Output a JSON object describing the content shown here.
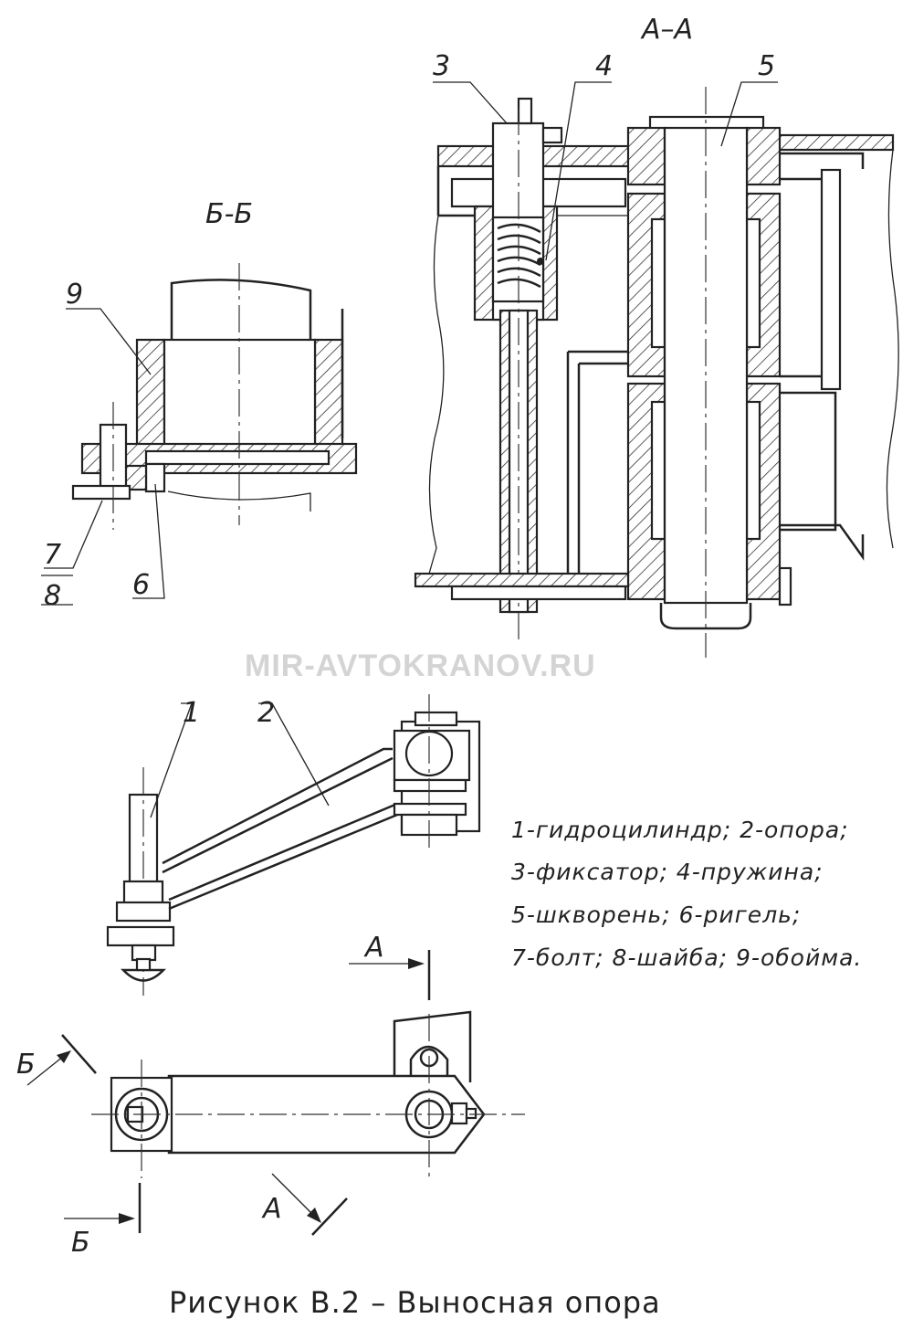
{
  "section_labels": {
    "aa_top": "А–А",
    "bb_top": "Б-Б",
    "arrow_a_top": "А",
    "arrow_a_bottom": "А",
    "arrow_b_left": "Б",
    "arrow_b_bottom": "Б"
  },
  "callouts": {
    "n1": "1",
    "n2": "2",
    "n3": "3",
    "n4": "4",
    "n5": "5",
    "n6": "6",
    "n7": "7",
    "n8": "8",
    "n9": "9"
  },
  "legend": [
    "1-гидроцилиндр; 2-опора;",
    "3-фиксатор; 4-пружина;",
    "5-шкворень; 6-ригель;",
    "7-болт; 8-шайба; 9-обойма."
  ],
  "watermark": "MIR-AVTOKRANOV.RU",
  "caption": "Рисунок В.2 – Выносная опора"
}
